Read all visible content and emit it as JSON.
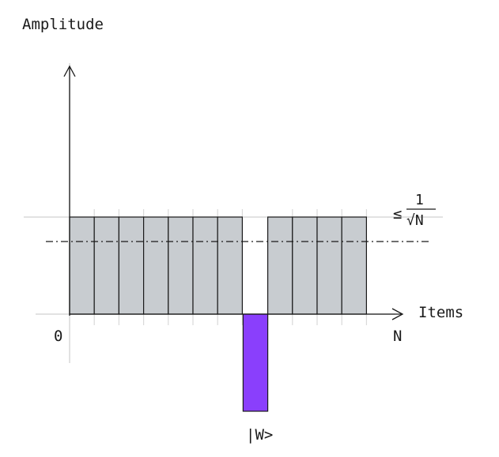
{
  "labels": {
    "y_axis": "Amplitude",
    "x_axis": "Items",
    "origin": "0",
    "end": "N",
    "marked_state": "|W>",
    "bound_leq": "≤",
    "bound_numerator": "1",
    "bound_denominator": "√N"
  },
  "chart_data": {
    "type": "bar",
    "ylabel": "Amplitude",
    "xlabel": "Items",
    "bars": [
      {
        "value": 1
      },
      {
        "value": 1
      },
      {
        "value": 1
      },
      {
        "value": 1
      },
      {
        "value": 1
      },
      {
        "value": 1
      },
      {
        "value": 1
      },
      {
        "value": -1,
        "marked": true
      },
      {
        "value": 1
      },
      {
        "value": 1
      },
      {
        "value": 1
      },
      {
        "value": 1
      }
    ],
    "mean_line": 0.75
  },
  "colors": {
    "bar_fill": "#c8ccd0",
    "marked_fill": "#8a3ffc",
    "axis": "#1a1a1a",
    "guide": "#d9d9d9"
  }
}
